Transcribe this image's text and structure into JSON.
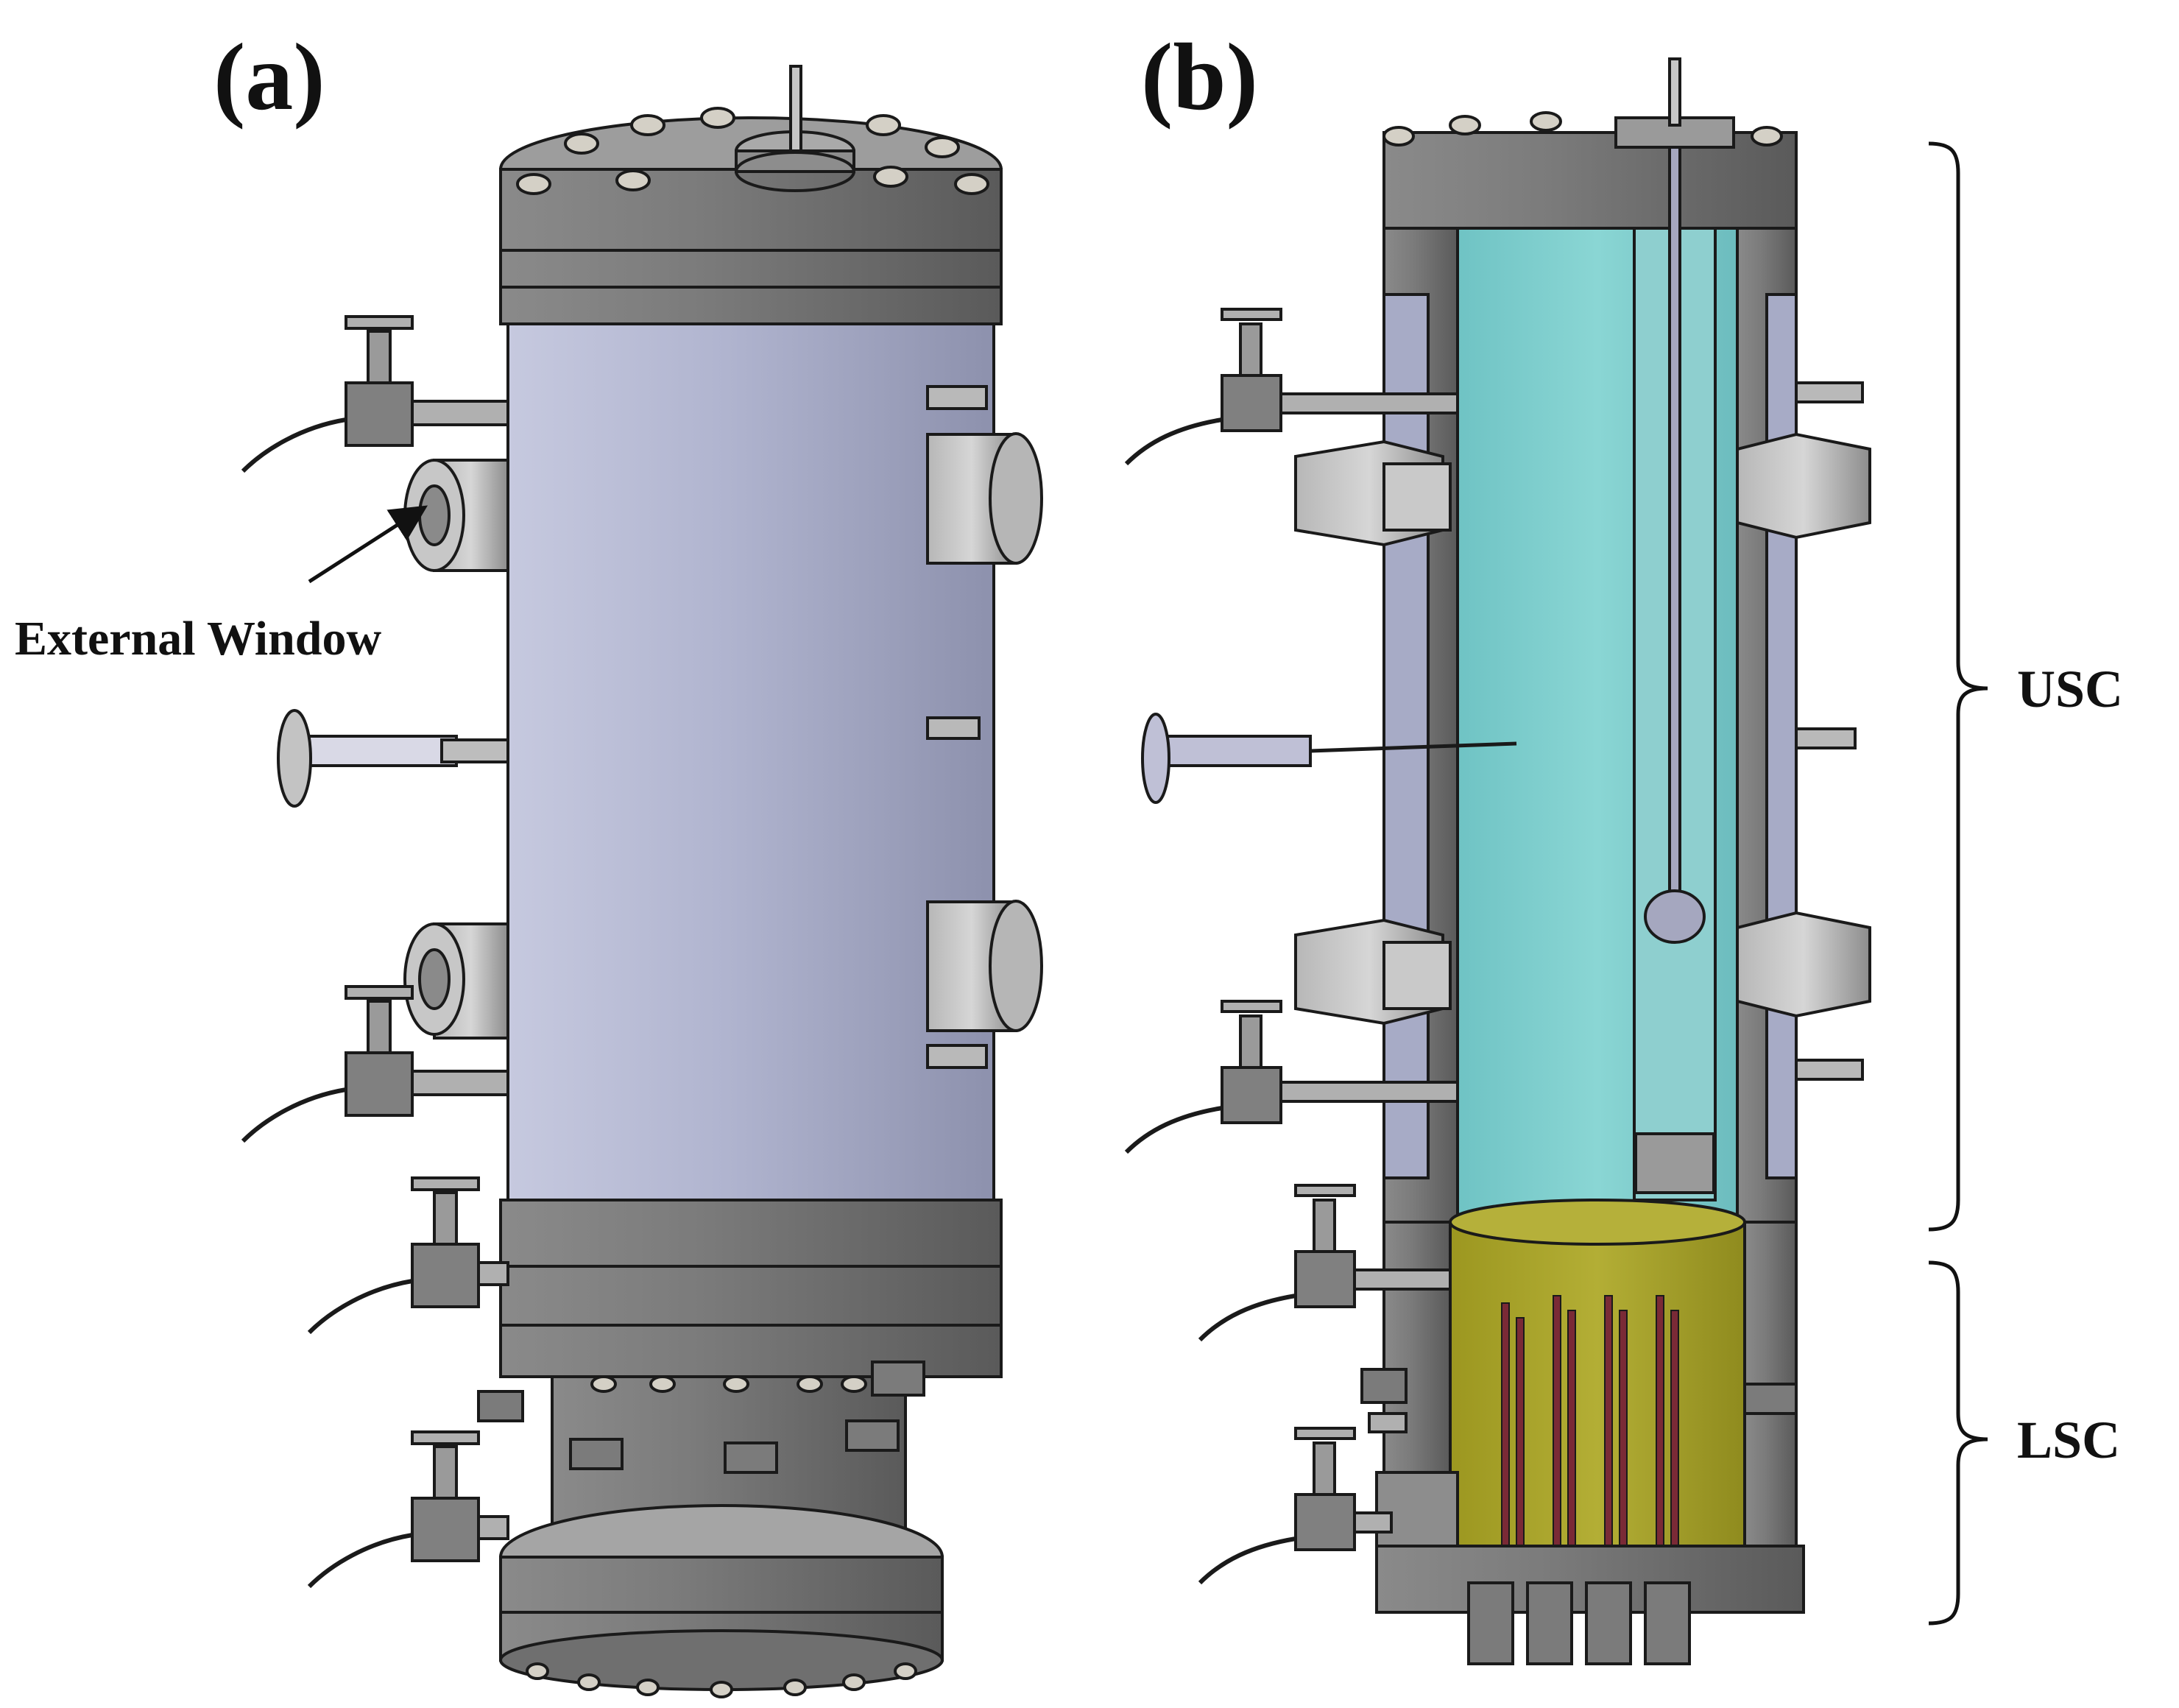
{
  "panels": {
    "a": {
      "label": "(a)"
    },
    "b": {
      "label": "(b)"
    }
  },
  "callouts": {
    "external_window": "External Window"
  },
  "sections": {
    "upper": "USC",
    "lower": "LSC"
  },
  "colors": {
    "steel_dark": "#6f6f6f",
    "steel_mid": "#9a9a9a",
    "steel_light": "#c8c8c8",
    "shell_lavender": "#a9adc9",
    "water_cyan": "#7fd0cf",
    "soil_olive": "#a8a32a",
    "outline": "#1a1a1a"
  }
}
